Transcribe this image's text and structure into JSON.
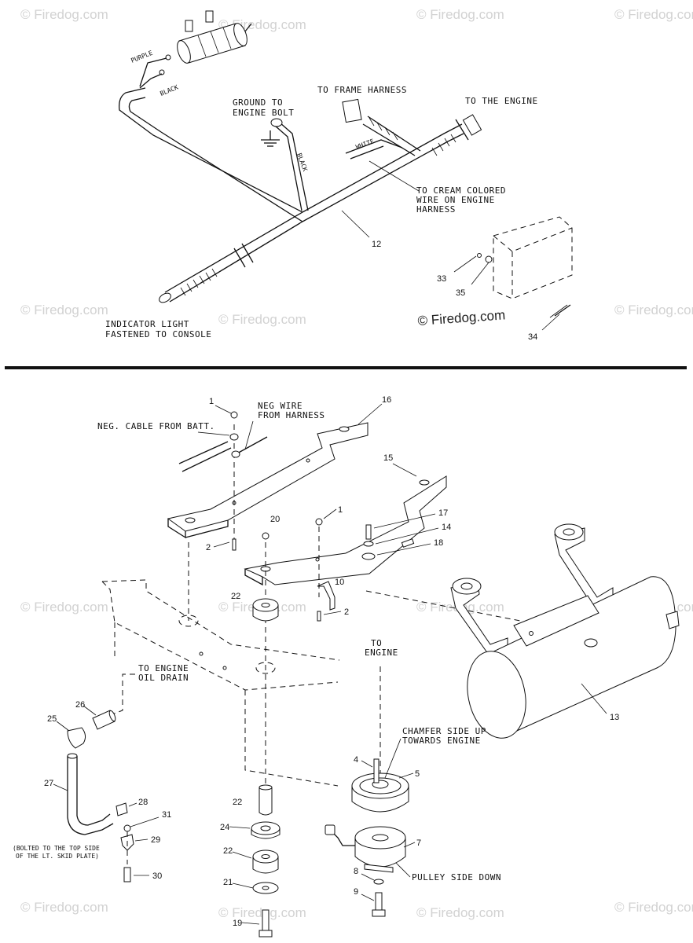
{
  "watermark": "© Firedog.com",
  "watermark_main": "© Firedog.com",
  "top_diagram": {
    "labels": {
      "purple": "PURPLE",
      "black_top": "BLACK",
      "ground": "GROUND TO",
      "ground2": "ENGINE BOLT",
      "black_wire": "BLACK",
      "frame_harness": "TO FRAME HARNESS",
      "engine": "TO THE ENGINE",
      "white": "WHITE",
      "cream1": "TO CREAM COLORED",
      "cream2": "WIRE ON ENGINE",
      "cream3": "HARNESS",
      "indicator1": "INDICATOR LIGHT",
      "indicator2": "FASTENED TO CONSOLE"
    },
    "callouts": {
      "c12": "12",
      "c33": "33",
      "c35": "35",
      "c34": "34"
    }
  },
  "bottom_diagram": {
    "labels": {
      "neg_cable": "NEG. CABLE FROM BATT.",
      "neg_wire1": "NEG WIRE",
      "neg_wire2": "FROM HARNESS",
      "to_engine1": "TO",
      "to_engine2": "ENGINE",
      "oil1": "TO ENGINE",
      "oil2": "OIL DRAIN",
      "chamfer1": "CHAMFER SIDE UP",
      "chamfer2": "TOWARDS ENGINE",
      "pulley": "PULLEY SIDE DOWN",
      "bolted1": "(BOLTED TO THE TOP SIDE",
      "bolted2": "OF THE LT. SKID PLATE)"
    },
    "callouts": {
      "c1a": "1",
      "c16": "16",
      "c15": "15",
      "c20": "20",
      "c1b": "1",
      "c17": "17",
      "c14": "14",
      "c18": "18",
      "c2a": "2",
      "c22a": "22",
      "c10": "10",
      "c2b": "2",
      "c13": "13",
      "c26": "26",
      "c25": "25",
      "c27": "27",
      "c28": "28",
      "c31": "31",
      "c29": "29",
      "c30": "30",
      "c22b": "22",
      "c24": "24",
      "c22c": "22",
      "c21": "21",
      "c19": "19",
      "c4": "4",
      "c5": "5",
      "c7": "7",
      "c8": "8",
      "c9": "9"
    }
  }
}
